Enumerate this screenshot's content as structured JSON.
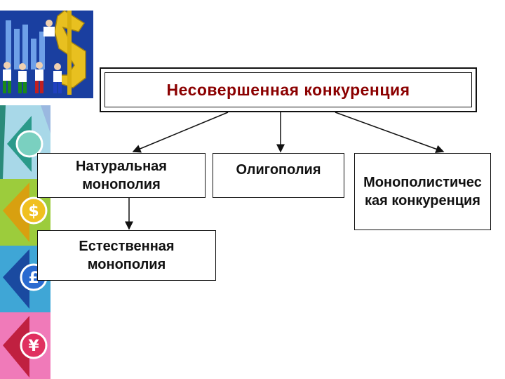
{
  "title": "Несовершенная конкуренция",
  "nodes": {
    "natural": "Натуральная монополия",
    "oligopoly": "Олигополия",
    "monopolistic": "Монополистическая конкуренция",
    "natural_alt": "Естественная монополия"
  },
  "colors": {
    "title_text": "#8b0000",
    "strip": [
      "#a8d8e8",
      "#9ccc3c",
      "#3fa6d6",
      "#f07ab9"
    ]
  },
  "icons": [
    "dollar-symbol-icon",
    "pound-symbol-icon",
    "yen-symbol-icon"
  ]
}
